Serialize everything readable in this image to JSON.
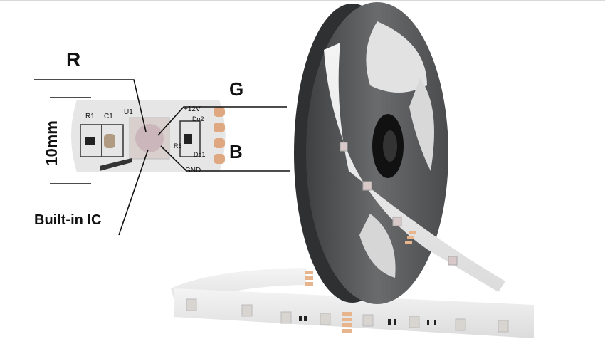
{
  "labels": {
    "r": "R",
    "g": "G",
    "b": "B",
    "width": "10mm",
    "ic": "Built-in IC"
  },
  "pcb": {
    "r1": "R1",
    "c1": "C1",
    "u1": "U1",
    "v12": "+12V",
    "do2": "Do2",
    "r6": "R6",
    "do1": "Do1",
    "gnd": "GND"
  },
  "colors": {
    "strip": "#ececec",
    "reel": "#5b5c5e",
    "reel_dark": "#3a3b3d",
    "pad": "#e8b48c",
    "line": "#111111"
  }
}
